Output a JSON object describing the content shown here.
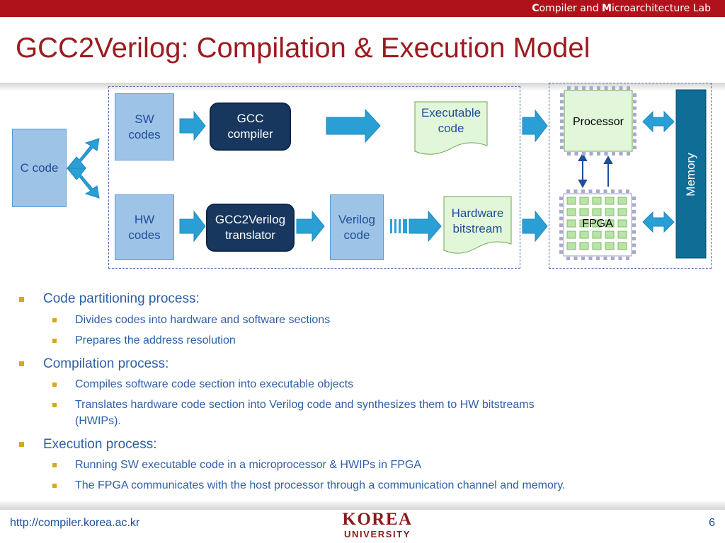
{
  "header": {
    "lab_c": "C",
    "lab_rest1": "ompiler and ",
    "lab_m": "M",
    "lab_rest2": "icroarchitecture Lab"
  },
  "title": "GCC2Verilog: Compilation & Execution Model",
  "diagram": {
    "c_code": "C code",
    "sw_codes": [
      "SW",
      "codes"
    ],
    "hw_codes": [
      "HW",
      "codes"
    ],
    "gcc_compiler": [
      "GCC",
      "compiler"
    ],
    "gcc2verilog": [
      "GCC2Verilog",
      "translator"
    ],
    "verilog_code": [
      "Verilog",
      "code"
    ],
    "executable_code": [
      "Executable",
      "code"
    ],
    "hardware_bitstream": [
      "Hardware",
      "bitstream"
    ],
    "processor": "Processor",
    "fpga": "FPGA",
    "memory": "Memory"
  },
  "bullets": [
    {
      "text": "Code partitioning process:",
      "level": 1
    },
    {
      "text": "Divides codes into hardware and software sections",
      "level": 2
    },
    {
      "text": "Prepares the address resolution",
      "level": 2
    },
    {
      "text": "Compilation process:",
      "level": 1
    },
    {
      "text": "Compiles software code section into executable objects",
      "level": 2
    },
    {
      "text": "Translates hardware code section into Verilog code and synthesizes them to HW bitstreams",
      "level": 2
    },
    {
      "text": "(HWIPs).",
      "level": 2,
      "continuation": true
    },
    {
      "text": "Execution process:",
      "level": 1
    },
    {
      "text": "Running SW executable code in a microprocessor & HWIPs in FPGA",
      "level": 2
    },
    {
      "text": "The FPGA communicates with the host processor through a communication channel and memory.",
      "level": 2
    }
  ],
  "footer": {
    "url": "http://compiler.korea.ac.kr",
    "page": "6",
    "logo_top": "KOREA",
    "logo_bottom": "UNIVERSITY"
  },
  "colors": {
    "brand_red": "#b0121b",
    "title_red": "#9b1b1f",
    "text_blue": "#2e5fa8",
    "arrow_blue": "#2a9fd6",
    "box_blue": "#9dc3e6",
    "dark_box": "#17375e",
    "doc_green": "#e2f7da",
    "memory_blue": "#0f6d96"
  }
}
